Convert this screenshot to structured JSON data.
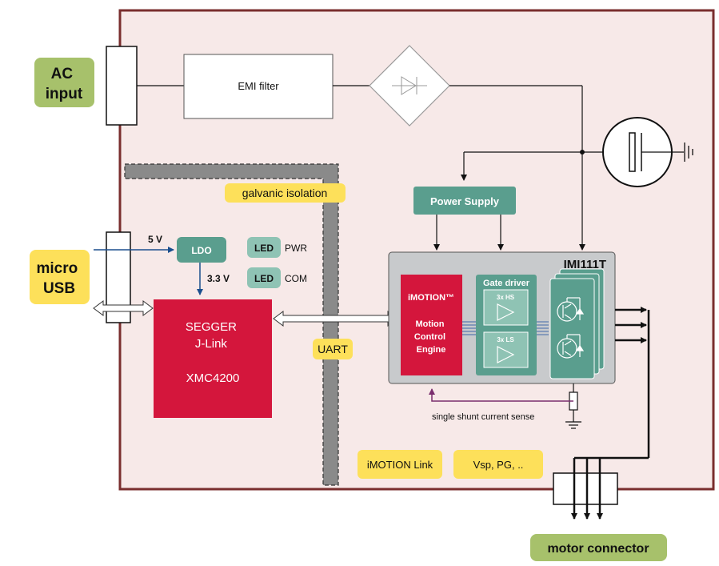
{
  "labels": {
    "ac_input": [
      "AC",
      "input"
    ],
    "emi_filter": "EMI filter",
    "galvanic_isolation": "galvanic isolation",
    "power_supply": "Power Supply",
    "micro_usb": [
      "micro",
      "USB"
    ],
    "five_v": "5 V",
    "ldo": "LDO",
    "three_three_v": "3.3 V",
    "led_pwr_tag": "LED",
    "led_pwr_text": "PWR",
    "led_com_tag": "LED",
    "led_com_text": "COM",
    "segger": [
      "SEGGER",
      "J-Link",
      "",
      "XMC4200"
    ],
    "uart": "UART",
    "imi": "IMI111T",
    "imotion_title": "iMOTION™",
    "mce": [
      "Motion",
      "Control",
      "Engine"
    ],
    "gate_driver": "Gate driver",
    "hs": "3x HS",
    "ls": "3x LS",
    "shunt": "single shunt current sense",
    "imotion_link": "iMOTION Link",
    "vsp": "Vsp, PG, ..",
    "motor_connector": "motor connector"
  },
  "colors": {
    "board_fill": "#f7e9e8",
    "board_border": "#7a2e2e",
    "olive_label": "#a7c16b",
    "yellow_label": "#fde05a",
    "teal": "#5a9e8e",
    "teal_light": "#8fc3b4",
    "infineon_red": "#d4163c",
    "imi_gray": "#c8cacc",
    "isolation_gray": "#8a8a8a",
    "usb_blue": "#1b4f8e",
    "shunt_purple": "#7a2e6e"
  },
  "icons": {
    "rectifier": "bridge-rectifier-icon",
    "capacitor": "bulk-capacitor-icon",
    "ground": "ground-icon",
    "igbt": "power-transistor-icon",
    "amplifier": "driver-amplifier-icon"
  }
}
